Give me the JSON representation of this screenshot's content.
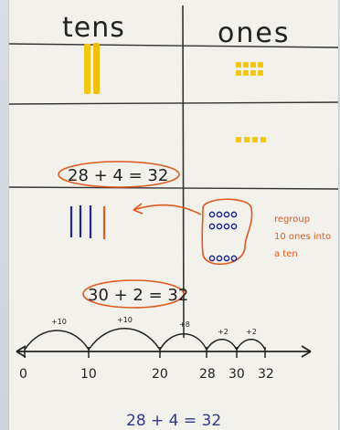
{
  "chart": {
    "headers": {
      "tens": "tens",
      "ones": "ones"
    },
    "equations": {
      "first": "28 + 4 = 32",
      "second": "30 + 2 = 32",
      "bottom": "28 + 4 = 32"
    },
    "regroup_note": [
      "regroup",
      "10 ones into",
      "a ten"
    ],
    "number_line": {
      "ticks": [
        "0",
        "10",
        "20",
        "28",
        "30",
        "32"
      ],
      "jumps": [
        "+10",
        "+10",
        "+8",
        "+2",
        "+2"
      ]
    }
  },
  "colors": {
    "ink_black": "#222222",
    "ink_orange": "#e05a1c",
    "ink_blue": "#2b3a8f",
    "cube_yellow": "#f3c614",
    "tally_blue": "#1e2a8c"
  }
}
